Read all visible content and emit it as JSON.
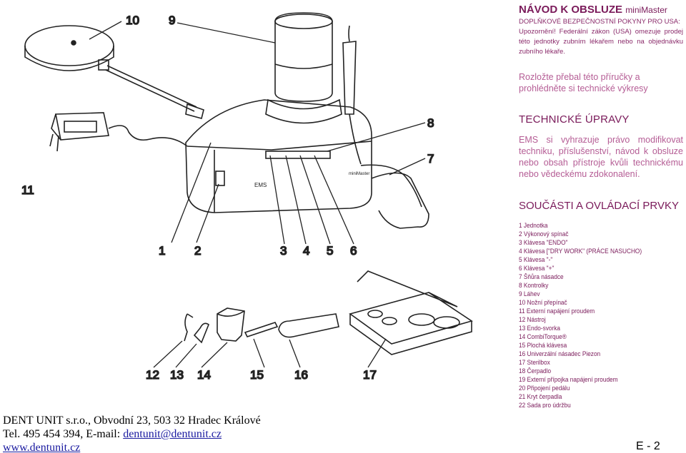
{
  "header": {
    "title": "NÁVOD K OBSLUZE",
    "product": "miniMaster",
    "safety_heading": "DOPLŇKOVÉ BEZPEČNOSTNÍ POKYNY PRO USA:",
    "safety_text": "Upozornění! Federální zákon (USA) omezuje prodej této jednotky zubním lékařem nebo na objednávku zubního lékaře."
  },
  "note": "Rozložte přebal této příručky a prohlédněte si technické výkresy",
  "technical": {
    "heading": "TECHNICKÉ ÚPRAVY",
    "body": "EMS si vyhrazuje právo modifikovat techniku, příslušenství, návod k obsluze nebo obsah přístroje kvůli technickému nebo vědeckému zdokonalení."
  },
  "parts": {
    "heading": "SOUČÁSTI A OVLÁDACÍ PRVKY",
    "items": [
      "1  Jednotka",
      "2  Výkonový spínač",
      "3  Klávesa \"ENDO\"",
      "4  Klávesa [\"DRY WORK\" (PRÁCE NASUCHO)",
      "5  Klávesa \"-\"",
      "6  Klávesa \"+\"",
      "7  Šňůra násadce",
      "8  Kontrolky",
      "9  Láhev",
      "10 Nožní přepínač",
      "11 Externí napájení proudem",
      "12 Nástroj",
      "13 Endo-svorka",
      "14 CombiTorque®",
      "15 Plochá klávesa",
      "16 Univerzální násadec Piezon",
      "17 Sterilbox",
      "18 Čerpadlo",
      "19 Externí přípojka napájení proudem",
      "20 Připojení pedálu",
      "21 Kryt čerpadla",
      "22 Sada pro údržbu"
    ]
  },
  "callouts": [
    "10",
    "9",
    "8",
    "7",
    "11",
    "1",
    "2",
    "3",
    "4",
    "5",
    "6",
    "12",
    "13",
    "14",
    "15",
    "16",
    "17"
  ],
  "device_labels": {
    "brand": "EMS",
    "model": "miniMaster"
  },
  "footer": {
    "company": "DENT UNIT s.r.o., Obvodní 23, 503 32 Hradec Králové",
    "contact_prefix": "Tel. 495 454 394, E-mail: ",
    "email": "dentunit@dentunit.cz",
    "website": "www.dentunit.cz",
    "page_number": "E - 2"
  },
  "colors": {
    "heading": "#7a1a5a",
    "body": "#b55d95",
    "link": "#1a1aa0"
  }
}
